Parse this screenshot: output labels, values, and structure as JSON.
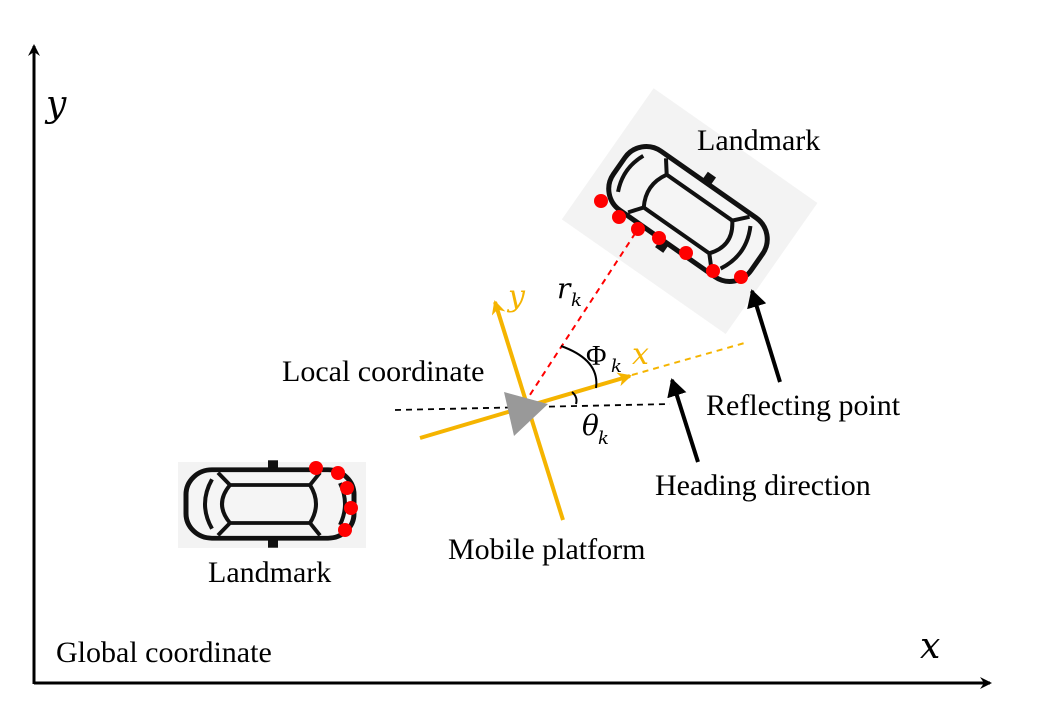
{
  "global_axes": {
    "x_label": "x",
    "y_label": "y",
    "name": "Global coordinate"
  },
  "local_axes": {
    "x_label": "x",
    "y_label": "y",
    "name": "Local coordinate"
  },
  "platform_label": "Mobile platform",
  "landmarks": {
    "top_label": "Landmark",
    "bottom_label": "Landmark"
  },
  "annotations": {
    "reflecting_point": "Reflecting point",
    "heading_direction": "Heading direction",
    "range_symbol": "r",
    "range_subscript": "k",
    "bearing_symbol": "Φ",
    "bearing_subscript": "k",
    "heading_symbol": "θ",
    "heading_subscript": "k"
  },
  "colors": {
    "axis": "#000000",
    "local_axis": "#f5b400",
    "reflecting_point": "#ff0000",
    "platform": "#999999",
    "car_outline": "#111111",
    "car_fill": "#f5f5f5"
  }
}
